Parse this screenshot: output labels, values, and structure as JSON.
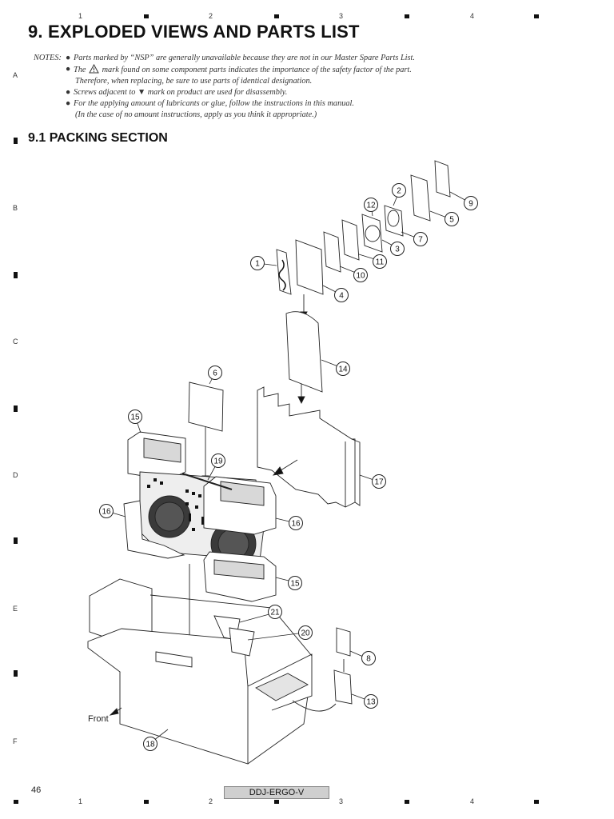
{
  "border": {
    "top_numbers": [
      "1",
      "2",
      "3",
      "4"
    ],
    "bottom_numbers": [
      "1",
      "2",
      "3",
      "4"
    ],
    "row_letters": [
      "A",
      "B",
      "C",
      "D",
      "E",
      "F"
    ]
  },
  "header": {
    "title": "9. EXPLODED VIEWS AND PARTS LIST"
  },
  "notes": {
    "label": "NOTES:",
    "bullet": "●",
    "lines": [
      "Parts marked by “NSP” are generally unavailable because they are not in our Master Spare Parts List.",
      "The",
      "mark found on some component parts indicates the importance of the safety factor of the part.",
      "Therefore, when replacing, be sure to use parts of identical designation.",
      "Screws adjacent to ▼ mark on product are used for disassembly.",
      "For the applying amount of lubricants or glue, follow the instructions in this manual.",
      "(In the case of no amount instructions, apply as you think it appropriate.)"
    ]
  },
  "section": {
    "title": "9.1  PACKING SECTION"
  },
  "diagram": {
    "callouts": [
      "1",
      "2",
      "3",
      "4",
      "5",
      "6",
      "7",
      "8",
      "9",
      "10",
      "11",
      "12",
      "13",
      "14",
      "15",
      "15",
      "16",
      "16",
      "17",
      "18",
      "19",
      "20",
      "21"
    ],
    "front_label": "Front",
    "icons": [
      "warning-triangle-icon",
      "front-arrow-icon"
    ]
  },
  "footer": {
    "page_number": "46",
    "model": "DDJ-ERGO-V"
  }
}
